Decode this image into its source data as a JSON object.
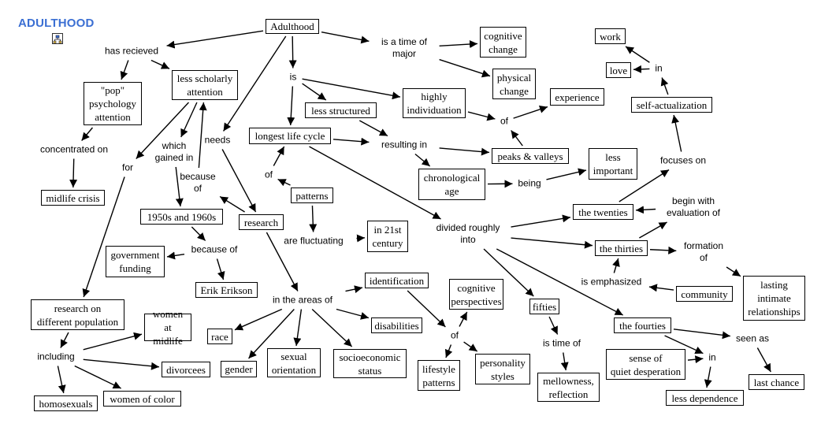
{
  "title": "ADULTHOOD",
  "title_icon": "concept-map-icon",
  "colors": {
    "title": "#3b6fd3",
    "stroke": "#000000",
    "background": "#ffffff"
  },
  "concepts": [
    {
      "id": "adulthood",
      "text": "Adulthood"
    },
    {
      "id": "less-scholarly",
      "text": "less scholarly\nattention"
    },
    {
      "id": "pop-psych",
      "text": "\"pop\"\npsychology\nattention"
    },
    {
      "id": "midlife-crisis",
      "text": "midlife crisis"
    },
    {
      "id": "cognitive-change",
      "text": "cognitive\nchange"
    },
    {
      "id": "physical-change",
      "text": "physical\nchange"
    },
    {
      "id": "work",
      "text": "work"
    },
    {
      "id": "love",
      "text": "love"
    },
    {
      "id": "experience",
      "text": "experience"
    },
    {
      "id": "self-actualization",
      "text": "self-actualization"
    },
    {
      "id": "less-structured",
      "text": "less structured"
    },
    {
      "id": "highly-individuation",
      "text": "highly\nindividuation"
    },
    {
      "id": "longest-life-cycle",
      "text": "longest life cycle"
    },
    {
      "id": "peaks-valleys",
      "text": "peaks & valleys"
    },
    {
      "id": "less-important",
      "text": "less\nimportant"
    },
    {
      "id": "chronological-age",
      "text": "chronological\nage"
    },
    {
      "id": "patterns",
      "text": "patterns"
    },
    {
      "id": "in-21st-century",
      "text": "in 21st\ncentury"
    },
    {
      "id": "decades-1950s-1960s",
      "text": "1950s and 1960s"
    },
    {
      "id": "research",
      "text": "research"
    },
    {
      "id": "government-funding",
      "text": "government\nfunding"
    },
    {
      "id": "erik-erikson",
      "text": "Erik Erikson"
    },
    {
      "id": "the-twenties",
      "text": "the twenties"
    },
    {
      "id": "the-thirties",
      "text": "the thirties"
    },
    {
      "id": "lasting-relationships",
      "text": "lasting\nintimate\nrelationships"
    },
    {
      "id": "community",
      "text": "community"
    },
    {
      "id": "research-different-population",
      "text": "research on\ndifferent population"
    },
    {
      "id": "women-at-midlife",
      "text": "women\nat midlife"
    },
    {
      "id": "divorcees",
      "text": "divorcees"
    },
    {
      "id": "homosexuals",
      "text": "homosexuals"
    },
    {
      "id": "women-of-color",
      "text": "women of color"
    },
    {
      "id": "identification",
      "text": "identification"
    },
    {
      "id": "cognitive-perspectives",
      "text": "cognitive\nperspectives"
    },
    {
      "id": "disabilities",
      "text": "disabilities"
    },
    {
      "id": "race",
      "text": "race"
    },
    {
      "id": "gender",
      "text": "gender"
    },
    {
      "id": "sexual-orientation",
      "text": "sexual\norientation"
    },
    {
      "id": "socioeconomic-status",
      "text": "socioeconomic\nstatus"
    },
    {
      "id": "lifestyle-patterns",
      "text": "lifestyle\npatterns"
    },
    {
      "id": "personality-styles",
      "text": "personality\nstyles"
    },
    {
      "id": "fifties",
      "text": "fifties"
    },
    {
      "id": "mellowness-reflection",
      "text": "mellowness,\nreflection"
    },
    {
      "id": "the-fourties",
      "text": "the fourties"
    },
    {
      "id": "quiet-desperation",
      "text": "sense of\nquiet desperation"
    },
    {
      "id": "less-dependence",
      "text": "less dependence"
    },
    {
      "id": "last-chance",
      "text": "last chance"
    }
  ],
  "linking_phrases": [
    {
      "id": "has-recieved",
      "text": "has recieved"
    },
    {
      "id": "is-a-time-of-major",
      "text": "is a time of\nmajor"
    },
    {
      "id": "is",
      "text": "is"
    },
    {
      "id": "needs",
      "text": "needs"
    },
    {
      "id": "concentrated-on",
      "text": "concentrated on"
    },
    {
      "id": "which-gained-in",
      "text": "which\ngained in"
    },
    {
      "id": "because-of-1",
      "text": "because\nof"
    },
    {
      "id": "for",
      "text": "for"
    },
    {
      "id": "in-1",
      "text": "in"
    },
    {
      "id": "of-1",
      "text": "of"
    },
    {
      "id": "resulting-in",
      "text": "resulting in"
    },
    {
      "id": "of-2",
      "text": "of"
    },
    {
      "id": "being",
      "text": "being"
    },
    {
      "id": "focuses-on",
      "text": "focuses on"
    },
    {
      "id": "are-fluctuating",
      "text": "are fluctuating"
    },
    {
      "id": "because-of-2",
      "text": "because of"
    },
    {
      "id": "divided-roughly-into",
      "text": "divided roughly\ninto"
    },
    {
      "id": "begin-with",
      "text": "begin with\nevaluation of"
    },
    {
      "id": "formation-of",
      "text": "formation\nof"
    },
    {
      "id": "is-emphasized",
      "text": "is emphasized"
    },
    {
      "id": "in-the-areas-of",
      "text": "in the areas of"
    },
    {
      "id": "including",
      "text": "including"
    },
    {
      "id": "of-3",
      "text": "of"
    },
    {
      "id": "is-time-of",
      "text": "is time of"
    },
    {
      "id": "seen-as",
      "text": "seen as"
    },
    {
      "id": "in-2",
      "text": "in"
    }
  ],
  "connections": [
    [
      "adulthood",
      "has-recieved"
    ],
    [
      "has-recieved",
      "pop-psych"
    ],
    [
      "has-recieved",
      "less-scholarly"
    ],
    [
      "adulthood",
      "is-a-time-of-major"
    ],
    [
      "is-a-time-of-major",
      "cognitive-change"
    ],
    [
      "is-a-time-of-major",
      "physical-change"
    ],
    [
      "adulthood",
      "is"
    ],
    [
      "adulthood",
      "needs"
    ],
    [
      "is",
      "less-structured"
    ],
    [
      "is",
      "highly-individuation"
    ],
    [
      "is",
      "longest-life-cycle"
    ],
    [
      "pop-psych",
      "concentrated-on"
    ],
    [
      "concentrated-on",
      "midlife-crisis"
    ],
    [
      "less-scholarly",
      "which-gained-in"
    ],
    [
      "which-gained-in",
      "decades-1950s-1960s"
    ],
    [
      "because-of-1",
      "less-scholarly"
    ],
    [
      "research",
      "because-of-1"
    ],
    [
      "less-scholarly",
      "for"
    ],
    [
      "for",
      "research-different-population"
    ],
    [
      "needs",
      "research"
    ],
    [
      "in-1",
      "work"
    ],
    [
      "in-1",
      "love"
    ],
    [
      "self-actualization",
      "in-1"
    ],
    [
      "highly-individuation",
      "of-1"
    ],
    [
      "of-1",
      "experience"
    ],
    [
      "peaks-valleys",
      "of-1"
    ],
    [
      "less-structured",
      "resulting-in"
    ],
    [
      "longest-life-cycle",
      "resulting-in"
    ],
    [
      "resulting-in",
      "peaks-valleys"
    ],
    [
      "resulting-in",
      "chronological-age"
    ],
    [
      "chronological-age",
      "being"
    ],
    [
      "being",
      "less-important"
    ],
    [
      "focuses-on",
      "self-actualization"
    ],
    [
      "the-twenties",
      "focuses-on"
    ],
    [
      "patterns",
      "of-2"
    ],
    [
      "of-2",
      "longest-life-cycle"
    ],
    [
      "patterns",
      "are-fluctuating"
    ],
    [
      "are-fluctuating",
      "in-21st-century"
    ],
    [
      "decades-1950s-1960s",
      "because-of-2"
    ],
    [
      "because-of-2",
      "government-funding"
    ],
    [
      "because-of-2",
      "erik-erikson"
    ],
    [
      "longest-life-cycle",
      "divided-roughly-into"
    ],
    [
      "divided-roughly-into",
      "the-twenties"
    ],
    [
      "divided-roughly-into",
      "the-thirties"
    ],
    [
      "divided-roughly-into",
      "fifties"
    ],
    [
      "divided-roughly-into",
      "the-fourties"
    ],
    [
      "begin-with",
      "the-twenties"
    ],
    [
      "the-thirties",
      "begin-with"
    ],
    [
      "the-thirties",
      "formation-of"
    ],
    [
      "formation-of",
      "lasting-relationships"
    ],
    [
      "is-emphasized",
      "the-thirties"
    ],
    [
      "community",
      "is-emphasized"
    ],
    [
      "research",
      "in-the-areas-of"
    ],
    [
      "in-the-areas-of",
      "identification"
    ],
    [
      "in-the-areas-of",
      "disabilities"
    ],
    [
      "in-the-areas-of",
      "race"
    ],
    [
      "in-the-areas-of",
      "gender"
    ],
    [
      "in-the-areas-of",
      "sexual-orientation"
    ],
    [
      "in-the-areas-of",
      "socioeconomic-status"
    ],
    [
      "research-different-population",
      "including"
    ],
    [
      "including",
      "women-at-midlife"
    ],
    [
      "including",
      "divorcees"
    ],
    [
      "including",
      "homosexuals"
    ],
    [
      "including",
      "women-of-color"
    ],
    [
      "identification",
      "of-3"
    ],
    [
      "of-3",
      "cognitive-perspectives"
    ],
    [
      "of-3",
      "lifestyle-patterns"
    ],
    [
      "of-3",
      "personality-styles"
    ],
    [
      "fifties",
      "is-time-of"
    ],
    [
      "is-time-of",
      "mellowness-reflection"
    ],
    [
      "the-fourties",
      "seen-as"
    ],
    [
      "seen-as",
      "last-chance"
    ],
    [
      "the-fourties",
      "in-2"
    ],
    [
      "quiet-desperation",
      "in-2"
    ],
    [
      "in-2",
      "less-dependence"
    ]
  ]
}
